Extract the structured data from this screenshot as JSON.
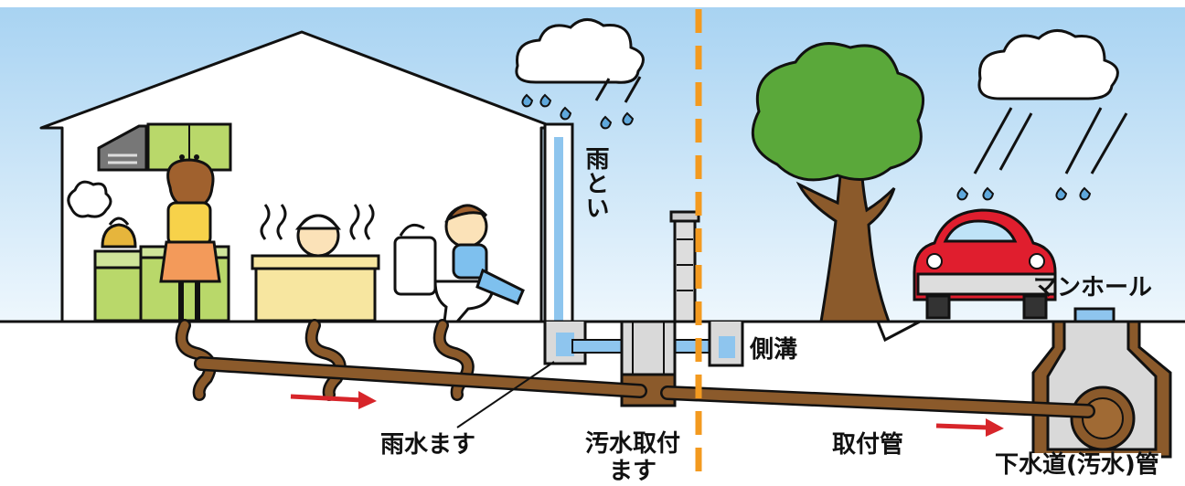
{
  "labels": {
    "downspout": "雨とい",
    "side_ditch": "側溝",
    "manhole": "マンホール",
    "rainwater_basin": "雨水ます",
    "sewage_basin": "汚水取付\nます",
    "connection_pipe": "取付管",
    "sewer_main": "下水道(汚水)管"
  },
  "colors": {
    "sky": "#b8dcf5",
    "pipe": "#8b5a2b",
    "rainwater": "#8ec5ee",
    "boundary": "#f39a1f",
    "flow_arrow": "#d7252a",
    "car": "#e01e2e",
    "tree_leaves": "#5aa83a",
    "cabinet": "#b9d86a"
  },
  "icons": [
    "cloud-icon",
    "raindrop-icon",
    "tree-icon",
    "car-icon",
    "house-icon",
    "toilet-icon",
    "bathtub-icon",
    "kettle-icon",
    "range-hood-icon"
  ]
}
